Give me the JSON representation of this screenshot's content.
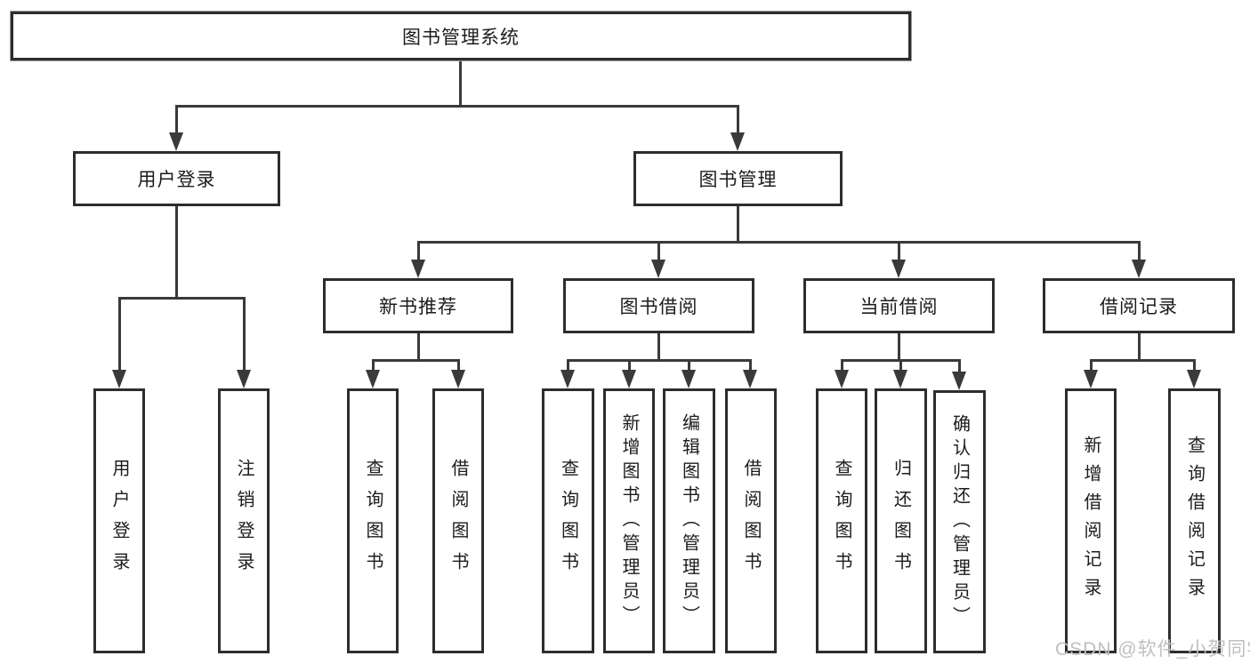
{
  "diagram": {
    "root": {
      "label": "图书管理系统"
    },
    "branches": [
      {
        "label": "用户登录",
        "children": [
          {
            "label": "用户登录"
          },
          {
            "label": "注销登录"
          }
        ]
      },
      {
        "label": "图书管理",
        "children": [
          {
            "label": "新书推荐",
            "children": [
              {
                "label": "查询图书"
              },
              {
                "label": "借阅图书"
              }
            ]
          },
          {
            "label": "图书借阅",
            "children": [
              {
                "label": "查询图书"
              },
              {
                "label": "新增图书（管理员）"
              },
              {
                "label": "编辑图书（管理员）"
              },
              {
                "label": "借阅图书"
              }
            ]
          },
          {
            "label": "当前借阅",
            "children": [
              {
                "label": "查询图书"
              },
              {
                "label": "归还图书"
              },
              {
                "label": "确认归还（管理员）"
              }
            ]
          },
          {
            "label": "借阅记录",
            "children": [
              {
                "label": "新增借阅记录"
              },
              {
                "label": "查询借阅记录"
              }
            ]
          }
        ]
      }
    ]
  },
  "watermark": {
    "text": "CSDN @软件_小贺同学"
  },
  "colors": {
    "box_border": "#2d2d2d",
    "connector_line": "#3a3a3a",
    "text": "#1c1c1c",
    "watermark_text": "#bfbfbf",
    "background": "#ffffff"
  }
}
